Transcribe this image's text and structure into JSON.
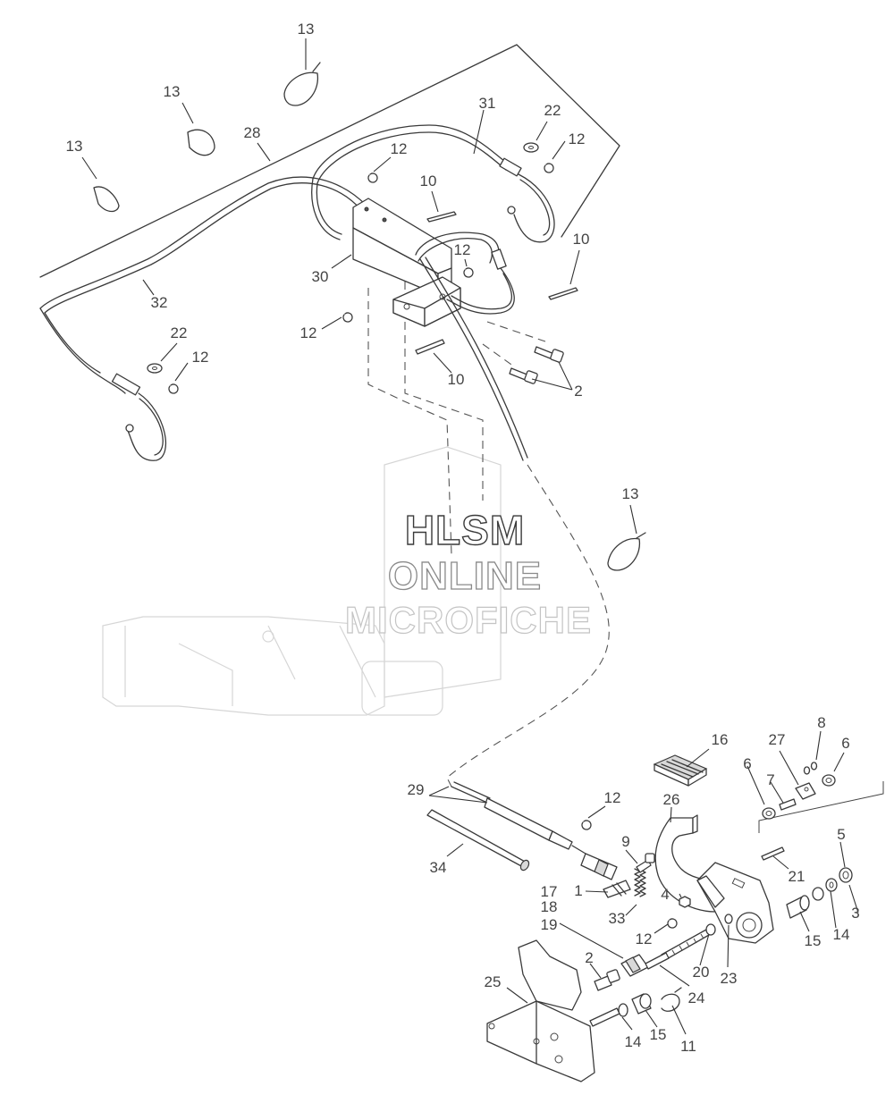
{
  "watermark": {
    "line1": "HLSM",
    "line2": "ONLINE",
    "line3": "MICROFICHE"
  },
  "callouts": [
    {
      "id": "c13a",
      "label": "13"
    },
    {
      "id": "c13b",
      "label": "13"
    },
    {
      "id": "c13c",
      "label": "13"
    },
    {
      "id": "c28",
      "label": "28"
    },
    {
      "id": "c31",
      "label": "31"
    },
    {
      "id": "c22a",
      "label": "22"
    },
    {
      "id": "c12a",
      "label": "12"
    },
    {
      "id": "c12b",
      "label": "12"
    },
    {
      "id": "c10a",
      "label": "10"
    },
    {
      "id": "c10b",
      "label": "10"
    },
    {
      "id": "c12c",
      "label": "12"
    },
    {
      "id": "c30",
      "label": "30"
    },
    {
      "id": "c32",
      "label": "32"
    },
    {
      "id": "c12d",
      "label": "12"
    },
    {
      "id": "c22b",
      "label": "22"
    },
    {
      "id": "c12e",
      "label": "12"
    },
    {
      "id": "c10c",
      "label": "10"
    },
    {
      "id": "c2a",
      "label": "2"
    },
    {
      "id": "c13d",
      "label": "13"
    },
    {
      "id": "c16",
      "label": "16"
    },
    {
      "id": "c27",
      "label": "27"
    },
    {
      "id": "c8",
      "label": "8"
    },
    {
      "id": "c6a",
      "label": "6"
    },
    {
      "id": "c6b",
      "label": "6"
    },
    {
      "id": "c7",
      "label": "7"
    },
    {
      "id": "c29",
      "label": "29"
    },
    {
      "id": "c12f",
      "label": "12"
    },
    {
      "id": "c26",
      "label": "26"
    },
    {
      "id": "c9",
      "label": "9"
    },
    {
      "id": "c5",
      "label": "5"
    },
    {
      "id": "c21",
      "label": "21"
    },
    {
      "id": "c34",
      "label": "34"
    },
    {
      "id": "c17",
      "label": "17"
    },
    {
      "id": "c1",
      "label": "1"
    },
    {
      "id": "c18",
      "label": "18"
    },
    {
      "id": "c4",
      "label": "4"
    },
    {
      "id": "c3",
      "label": "3"
    },
    {
      "id": "c33",
      "label": "33"
    },
    {
      "id": "c19",
      "label": "19"
    },
    {
      "id": "c12g",
      "label": "12"
    },
    {
      "id": "c14a",
      "label": "14"
    },
    {
      "id": "c15a",
      "label": "15"
    },
    {
      "id": "c2b",
      "label": "2"
    },
    {
      "id": "c20",
      "label": "20"
    },
    {
      "id": "c23",
      "label": "23"
    },
    {
      "id": "c25",
      "label": "25"
    },
    {
      "id": "c24",
      "label": "24"
    },
    {
      "id": "c14b",
      "label": "14"
    },
    {
      "id": "c15b",
      "label": "15"
    },
    {
      "id": "c11",
      "label": "11"
    }
  ]
}
